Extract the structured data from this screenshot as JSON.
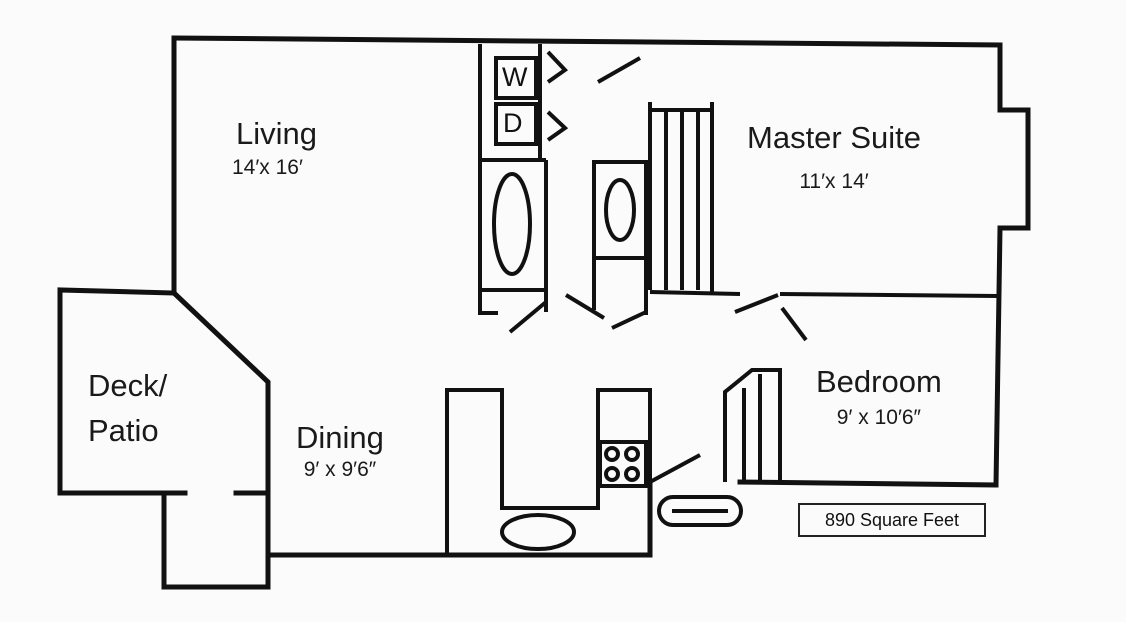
{
  "rooms": {
    "living": {
      "name": "Living",
      "dims": "14′x 16′"
    },
    "master": {
      "name": "Master Suite",
      "dims": "11′x 14′"
    },
    "bedroom": {
      "name": "Bedroom",
      "dims": "9′ x 10′6″"
    },
    "dining": {
      "name": "Dining",
      "dims": "9′ x 9′6″"
    },
    "deck": {
      "name_line1": "Deck/",
      "name_line2": "Patio"
    }
  },
  "appliances": {
    "washer": "W",
    "dryer": "D"
  },
  "area_label": "890 Square Feet"
}
